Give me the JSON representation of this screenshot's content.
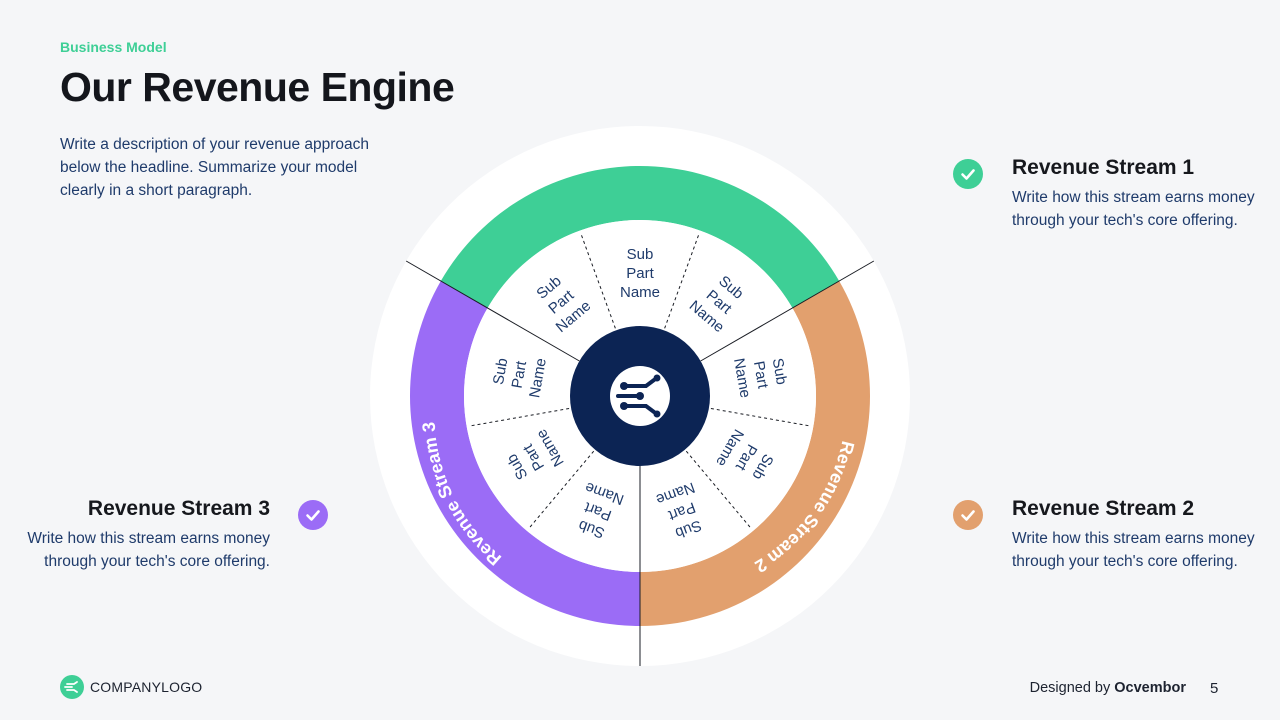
{
  "header": {
    "eyebrow": "Business Model",
    "title": "Our Revenue Engine",
    "description": "Write a description of your revenue approach below the headline. Summarize your model clearly in a short paragraph."
  },
  "diagram": {
    "rings": [
      {
        "name": "Revenue Stream 1",
        "color": "#3ecf96"
      },
      {
        "name": "Revenue Stream 2",
        "color": "#e2a06e"
      },
      {
        "name": "Revenue Stream 3",
        "color": "#9b6cf6"
      }
    ],
    "sub_parts": [
      "Sub\nPart\nName",
      "Sub\nPart\nName",
      "Sub\nPart\nName",
      "Sub\nPart\nName",
      "Sub\nPart\nName",
      "Sub\nPart\nName",
      "Sub\nPart\nName",
      "Sub\nPart\nName",
      "Sub\nPart\nName"
    ],
    "center_color": "#0c2454",
    "center_icon": "circuit-logo-icon"
  },
  "streams": [
    {
      "title": "Revenue Stream 1",
      "text": "Write how this stream earns money through your tech's core offering.",
      "color": "#3ecf96",
      "icon": "check-icon"
    },
    {
      "title": "Revenue Stream 2",
      "text": "Write how this stream earns money through your tech's core offering.",
      "color": "#e2a06e",
      "icon": "check-icon"
    },
    {
      "title": "Revenue Stream 3",
      "text": "Write how this stream earns money through your tech's core offering.",
      "color": "#9b6cf6",
      "icon": "check-icon"
    }
  ],
  "footer": {
    "logo_text": "COMPANYLOGO",
    "designed_by_prefix": "Designed by",
    "designed_by_name": "Ocvembor",
    "page_number": "5"
  }
}
